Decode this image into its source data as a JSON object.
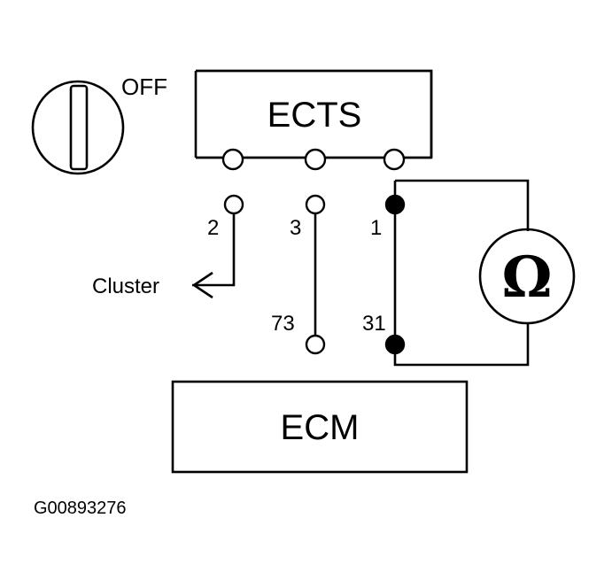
{
  "ignition": {
    "position_label": "OFF"
  },
  "ects": {
    "label": "ECTS"
  },
  "ecm": {
    "label": "ECM"
  },
  "connector": {
    "pins_top": [
      "2",
      "3",
      "1"
    ],
    "pins_bottom": [
      "73",
      "31"
    ]
  },
  "cluster_label": "Cluster",
  "meter": {
    "symbol": "Ω"
  },
  "figure_id": "G00893276"
}
